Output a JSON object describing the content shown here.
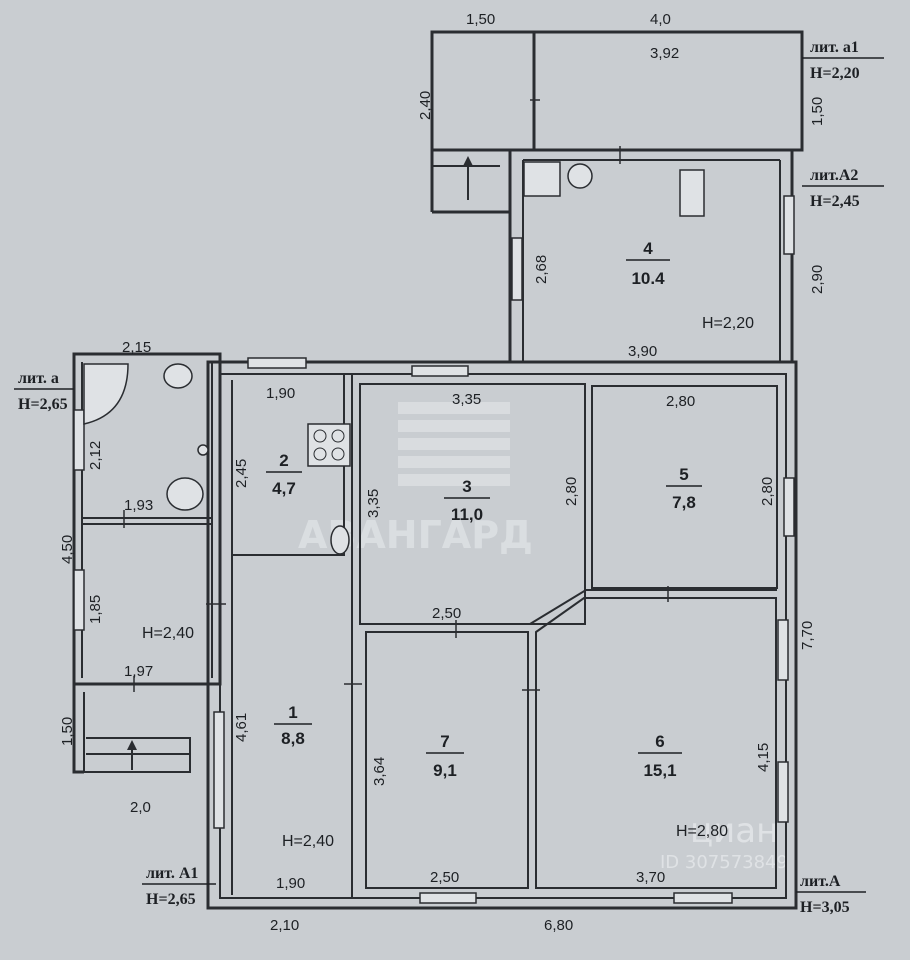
{
  "watermarks": {
    "agency": "АВАНГАРД",
    "portal": "циан",
    "listing_id": "ID 307573849"
  },
  "litera": {
    "a1": {
      "name": "лит. а1",
      "height": "H=2,20"
    },
    "A2": {
      "name": "лит.А2",
      "height": "H=2,45"
    },
    "a": {
      "name": "лит. а",
      "height": "H=2,65"
    },
    "A1": {
      "name": "лит. А1",
      "height": "H=2,65"
    },
    "A": {
      "name": "лит.А",
      "height": "H=3,05"
    }
  },
  "rooms": [
    {
      "num": "1",
      "area": "8,8"
    },
    {
      "num": "2",
      "area": "4,7"
    },
    {
      "num": "3",
      "area": "11,0"
    },
    {
      "num": "4",
      "area": "10.4"
    },
    {
      "num": "5",
      "area": "7,8"
    },
    {
      "num": "6",
      "area": "15,1"
    },
    {
      "num": "7",
      "area": "9,1"
    }
  ],
  "heights": {
    "room4": "H=2,20",
    "left_annex": "H=2,40",
    "room1": "H=2,40",
    "room6": "H=2,80"
  },
  "dimensions": {
    "top_150": "1,50",
    "top_40": "4,0",
    "top_392": "3,92",
    "top_240": "2,40",
    "top_150v": "1,50",
    "r4_268": "2,68",
    "r4_290": "2,90",
    "r4_390": "3,90",
    "a_215": "2,15",
    "a_212": "2,12",
    "a_193": "1,93",
    "a_450": "4,50",
    "a_185": "1,85",
    "a_197": "1,97",
    "a_150": "1,50",
    "a_20": "2,0",
    "r2_190": "1,90",
    "r2_245": "2,45",
    "r3_335h": "3,35",
    "r3_335v": "3,35",
    "r3_280": "2,80",
    "r3_250": "2,50",
    "r5_280h": "2,80",
    "r5_280v": "2,80",
    "r1_461": "4,61",
    "r1_190": "1,90",
    "r7_364": "3,64",
    "r7_250": "2,50",
    "r6_415": "4,15",
    "r6_370": "3,70",
    "right_770": "7,70",
    "bottom_210": "2,10",
    "bottom_680": "6,80"
  }
}
